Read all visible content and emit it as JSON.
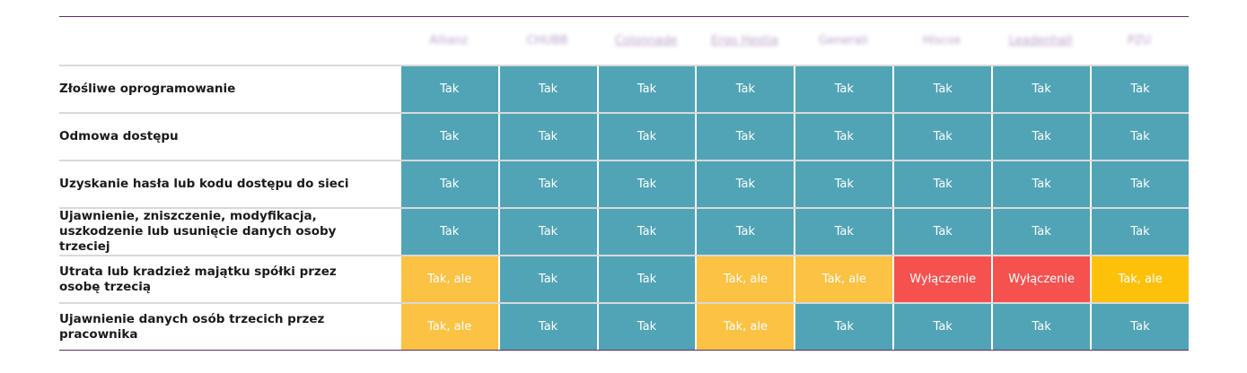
{
  "table": {
    "headers": [
      "Allianz",
      "CHUBB",
      "Colonnade",
      "Ergo Hestia",
      "Generali",
      "Hiscox",
      "Leadenhall",
      "PZU"
    ],
    "rows": [
      {
        "label": "Złośliwe oprogramowanie",
        "values": [
          "Tak",
          "Tak",
          "Tak",
          "Tak",
          "Tak",
          "Tak",
          "Tak",
          "Tak"
        ]
      },
      {
        "label": "Odmowa dostępu",
        "values": [
          "Tak",
          "Tak",
          "Tak",
          "Tak",
          "Tak",
          "Tak",
          "Tak",
          "Tak"
        ]
      },
      {
        "label": "Uzyskanie hasła lub kodu dostępu do sieci",
        "values": [
          "Tak",
          "Tak",
          "Tak",
          "Tak",
          "Tak",
          "Tak",
          "Tak",
          "Tak"
        ]
      },
      {
        "label": "Ujawnienie, zniszczenie, modyfikacja, uszkodzenie lub usunięcie danych osoby trzeciej",
        "values": [
          "Tak",
          "Tak",
          "Tak",
          "Tak",
          "Tak",
          "Tak",
          "Tak",
          "Tak"
        ]
      },
      {
        "label": "Utrata lub kradzież majątku spółki przez osobę trzecią",
        "values": [
          "Tak, ale",
          "Tak",
          "Tak",
          "Tak, ale",
          "Tak, ale",
          "Wyłączenie",
          "Wyłączenie",
          "Tak, ale"
        ]
      },
      {
        "label": "Ujawnienie danych osób trzecich przez pracownika",
        "values": [
          "Tak, ale",
          "Tak",
          "Tak",
          "Tak, ale",
          "Tak",
          "Tak",
          "Tak",
          "Tak"
        ]
      }
    ]
  },
  "colors": {
    "yes": "#51a4b5",
    "yes_but": "#fbc244",
    "yes_but_alt": "#fec10a",
    "excluded": "#f5524f",
    "border": "#5a2d6b"
  }
}
